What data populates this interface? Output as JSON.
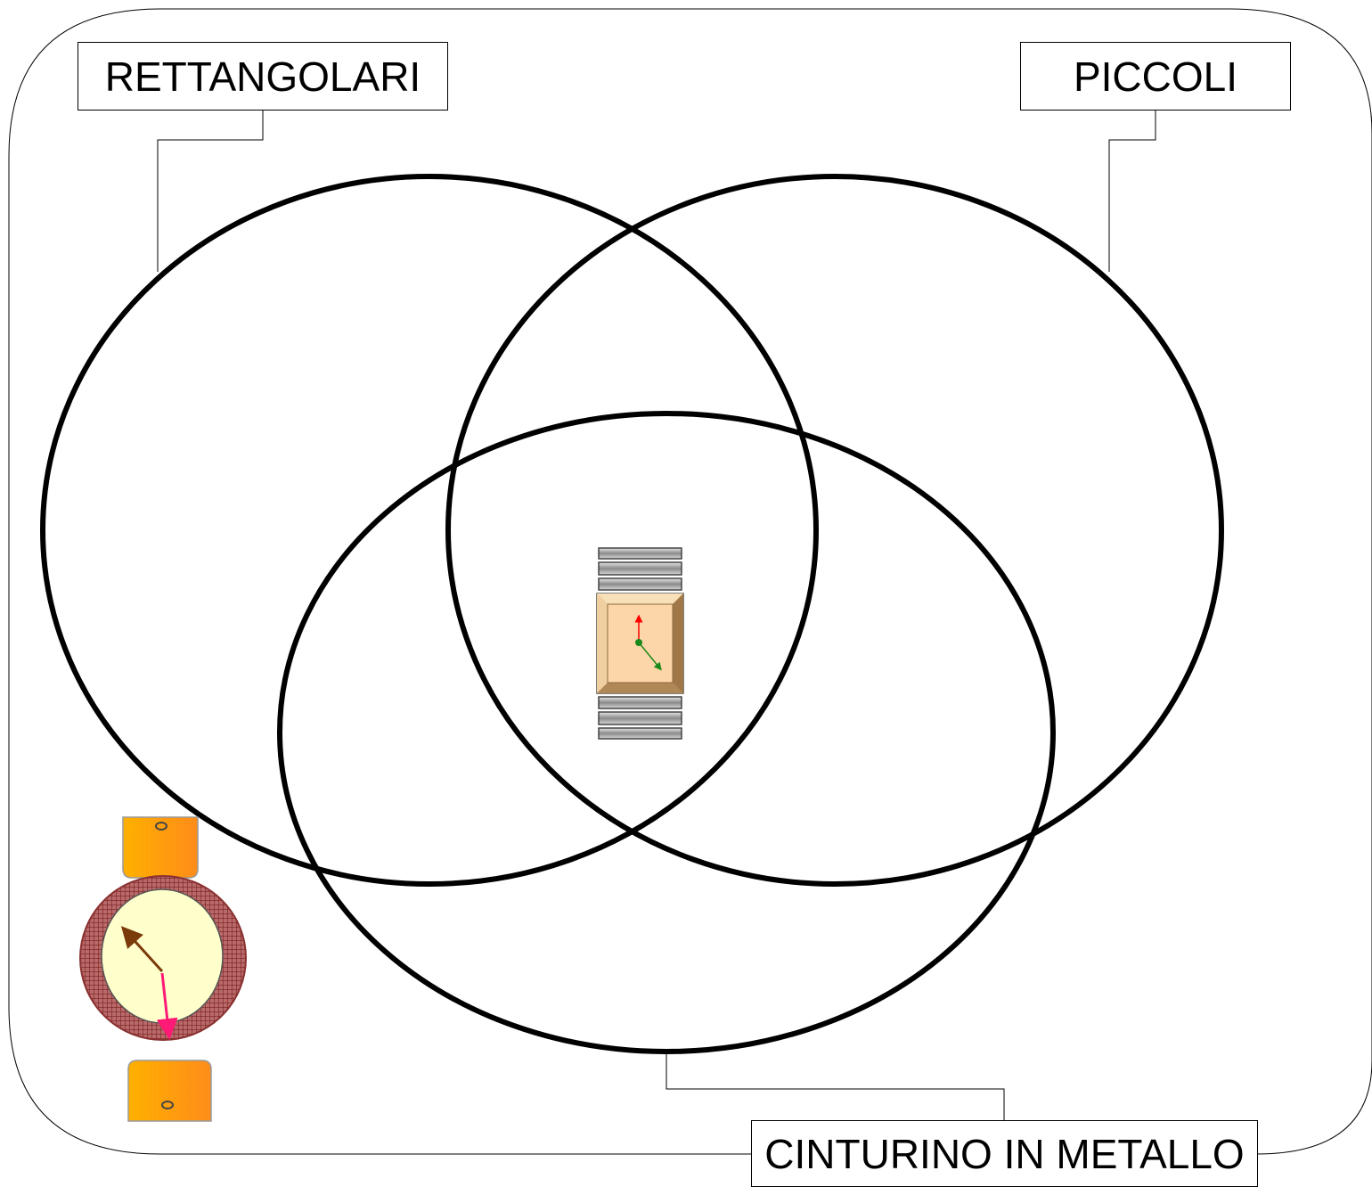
{
  "sets": [
    {
      "id": "rettangolari",
      "label": "RETTANGOLARI"
    },
    {
      "id": "piccoli",
      "label": "PICCOLI"
    },
    {
      "id": "cinturino",
      "label": "CINTURINO IN METALLO"
    }
  ],
  "items": [
    {
      "id": "watch-rectangular-metal",
      "icon": "rectangular-metal-watch-icon",
      "in_sets": [
        "rettangolari",
        "piccoli",
        "cinturino"
      ]
    },
    {
      "id": "watch-round-leather",
      "icon": "round-leather-watch-icon",
      "in_sets": []
    }
  ],
  "colors": {
    "outline": "#000000",
    "round_strap": "#ffa500",
    "round_bezel": "#9b3b3b",
    "round_dial": "#ffffcc",
    "round_hour_hand": "#7a3a0a",
    "round_minute_hand": "#ff1a75",
    "rect_case": "#c8a070",
    "rect_dial": "#fcd5a8",
    "rect_bracelet": "#909090",
    "rect_hand_red": "#ff0000",
    "rect_hand_green": "#1a8a1a"
  }
}
